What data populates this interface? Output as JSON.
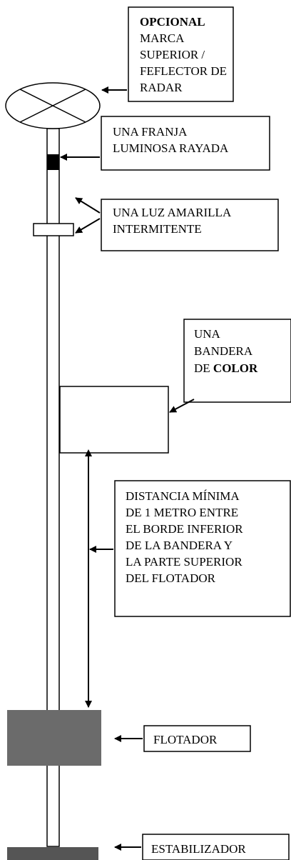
{
  "labels": {
    "optional_topmark_bold": "OPCIONAL",
    "optional_topmark_lines": [
      "MARCA",
      "SUPERIOR /",
      "FEFLECTOR DE",
      "RADAR"
    ],
    "striped_band_lines": [
      "UNA FRANJA",
      "LUMINOSA RAYADA"
    ],
    "yellow_light_lines": [
      "UNA LUZ AMARILLA",
      "INTERMITENTE"
    ],
    "colored_flag_lines": [
      "UNA",
      "BANDERA"
    ],
    "colored_flag_prefix": "DE ",
    "colored_flag_bold": "COLOR",
    "min_distance_lines": [
      "DISTANCIA MÍNIMA",
      "DE 1 METRO ENTRE",
      "EL BORDE INFERIOR",
      "DE LA BANDERA Y",
      "LA PARTE SUPERIOR",
      "DEL FLOTADOR"
    ],
    "float": "FLOTADOR",
    "stabilizer": "ESTABILIZADOR"
  },
  "colors": {
    "float_fill": "#6b6b6b",
    "stabilizer_fill": "#555555",
    "band_fill": "#000000",
    "line": "#000000"
  }
}
